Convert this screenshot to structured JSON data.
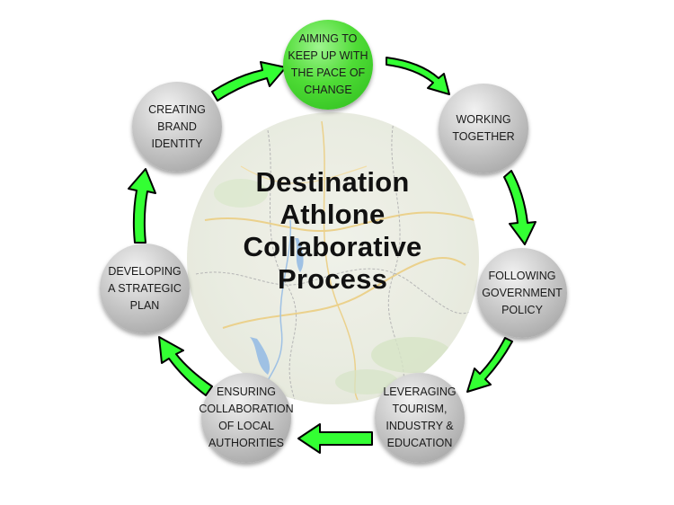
{
  "title_lines": [
    "Destination",
    "Athlone",
    "Collaborative",
    "Process"
  ],
  "colors": {
    "arrow_fill": "#33ff33",
    "arrow_stroke": "#000000",
    "node_grey": "#b3b3b3",
    "node_green": "#44d62c",
    "title_text": "#111111"
  },
  "nodes": [
    {
      "id": "aiming",
      "lines": [
        "AIMING TO",
        "KEEP UP WITH",
        "THE PACE OF",
        "CHANGE"
      ]
    },
    {
      "id": "working",
      "lines": [
        "WORKING",
        "TOGETHER"
      ]
    },
    {
      "id": "following",
      "lines": [
        "FOLLOWING",
        "GOVERNMENT",
        "POLICY"
      ]
    },
    {
      "id": "leveraging",
      "lines": [
        "LEVERAGING",
        "TOURISM,",
        "INDUSTRY &",
        "EDUCATION"
      ]
    },
    {
      "id": "ensuring",
      "lines": [
        "ENSURING",
        "COLLABORATION",
        "OF LOCAL",
        "AUTHORITIES"
      ]
    },
    {
      "id": "developing",
      "lines": [
        "DEVELOPING",
        "A STRATEGIC",
        "PLAN"
      ]
    },
    {
      "id": "creating",
      "lines": [
        "CREATING",
        "BRAND",
        "IDENTITY"
      ]
    }
  ]
}
